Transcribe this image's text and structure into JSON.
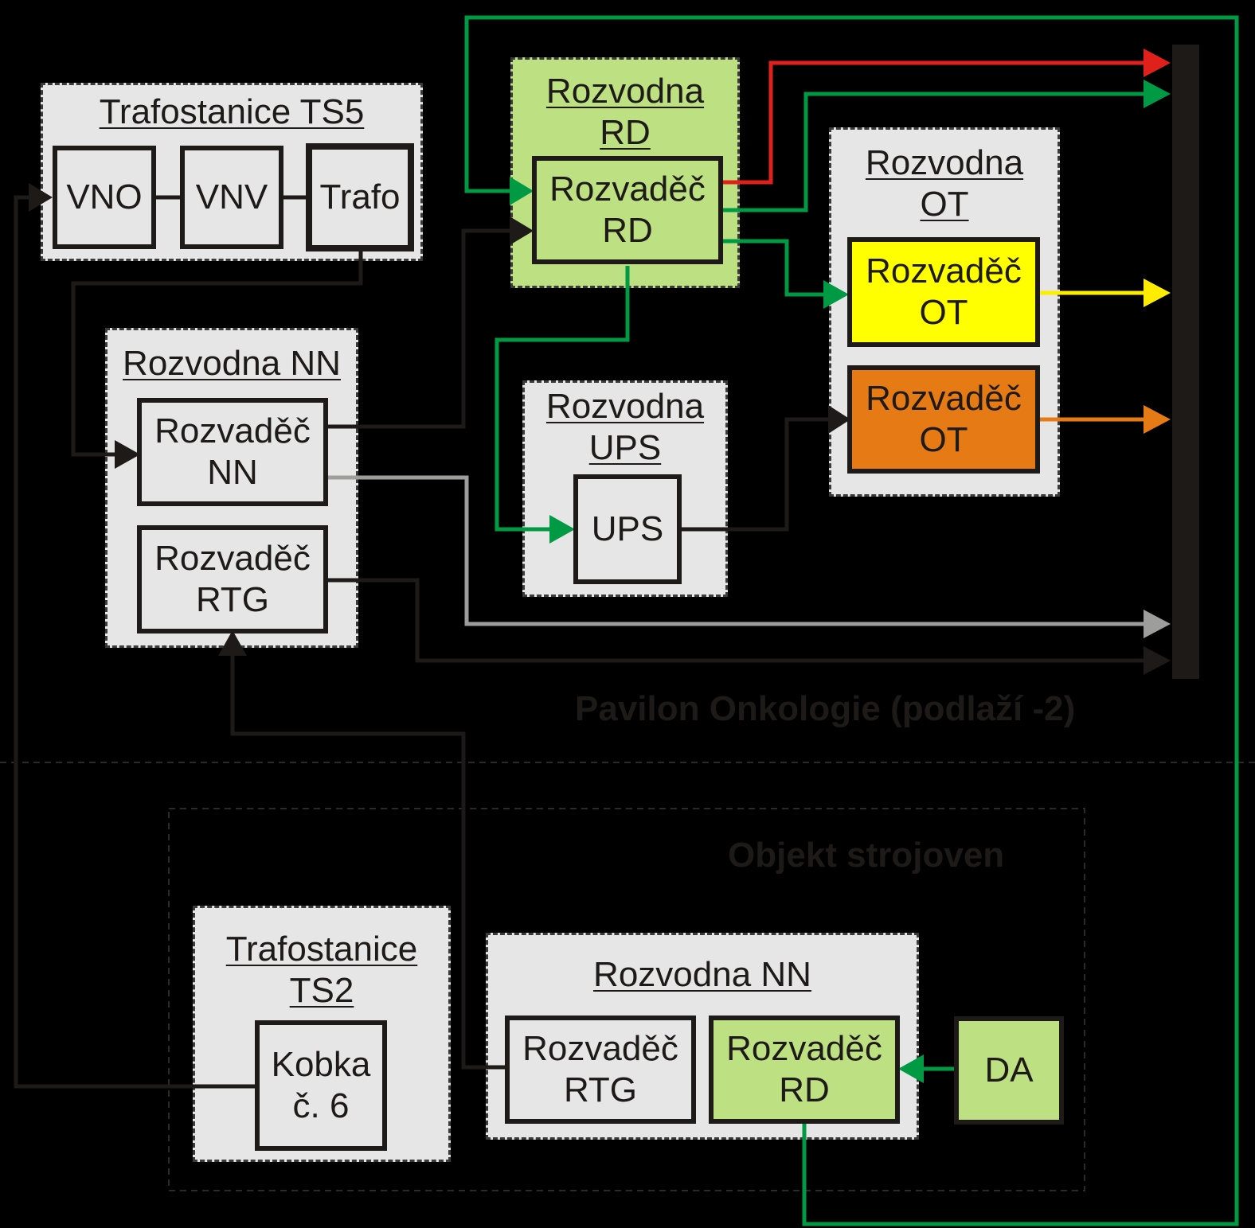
{
  "zones": {
    "pavilon": "Pavilon Onkologie (podlaží -2)",
    "strojovna": "Objekt strojoven"
  },
  "rooms": {
    "ts5": "Trafostanice TS5",
    "rd": [
      "Rozvodna",
      "RD"
    ],
    "ot": [
      "Rozvodna",
      "OT"
    ],
    "nn_top": "Rozvodna NN",
    "ups": [
      "Rozvodna",
      "UPS"
    ],
    "ts2": [
      "Trafostanice",
      "TS2"
    ],
    "nn_bottom": "Rozvodna NN"
  },
  "boxes": {
    "vno": "VNO",
    "vnv": "VNV",
    "trafo": "Trafo",
    "rozvadec_rd": [
      "Rozvaděč",
      "RD"
    ],
    "rozvadec_ot_yellow": [
      "Rozvaděč",
      "OT"
    ],
    "rozvadec_ot_orange": [
      "Rozvaděč",
      "OT"
    ],
    "rozvadec_nn": [
      "Rozvaděč",
      "NN"
    ],
    "rozvadec_rtg_top": [
      "Rozvaděč",
      "RTG"
    ],
    "ups": "UPS",
    "kobka": [
      "Kobka",
      "č. 6"
    ],
    "rozvadec_rtg_bottom": [
      "Rozvaděč",
      "RTG"
    ],
    "rozvadec_rd_bottom": [
      "Rozvaděč",
      "RD"
    ],
    "da": "DA"
  },
  "colors": {
    "black_line": "#1e1a17",
    "green_line": "#009a44",
    "red_line": "#e0201b",
    "yellow_line": "#ffed00",
    "orange_line": "#e67b16",
    "grey_line": "#9d9d9c",
    "room_fill": "#e6e6e6",
    "green_fill": "#bde083",
    "yellow_fill": "#ffff00",
    "orange_fill": "#e67b16"
  }
}
